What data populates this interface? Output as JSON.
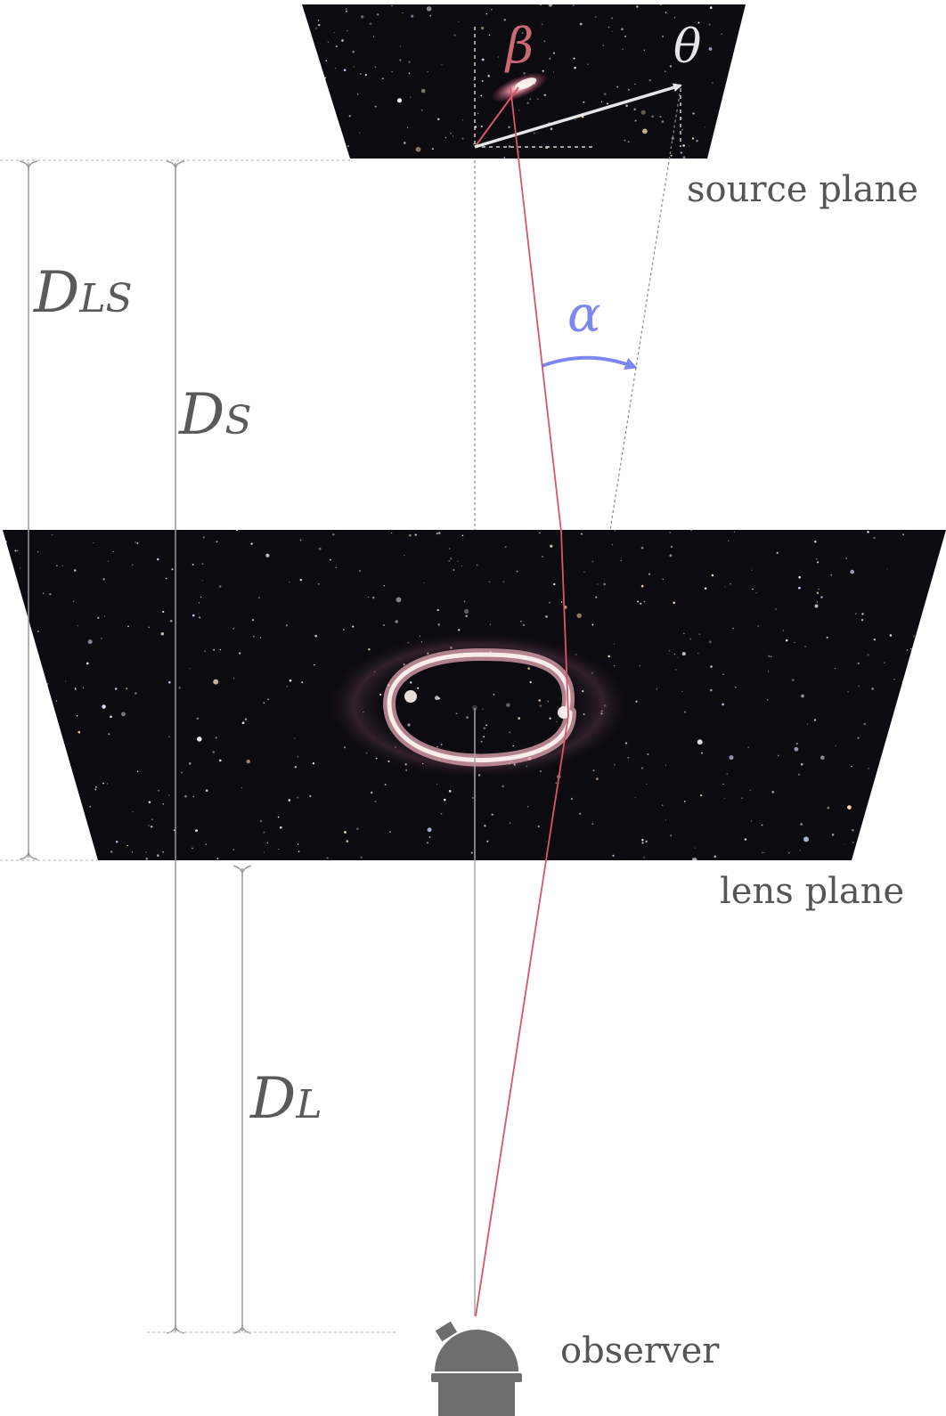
{
  "labels": {
    "source_plane": "source plane",
    "lens_plane": "lens plane",
    "observer": "observer"
  },
  "symbols": {
    "beta": "β",
    "theta": "θ",
    "alpha": "α",
    "D_LS_main": "D",
    "D_LS_sub": "LS",
    "D_S_main": "D",
    "D_S_sub": "S",
    "D_L_main": "D",
    "D_L_sub": "L"
  },
  "colors": {
    "beta": "#c96a73",
    "light_ray": "#d9556a",
    "theta": "#e6e6e6",
    "alpha": "#7d87f0",
    "distance_label": "#5a5a5a",
    "bracket": "#9a9a9a",
    "plane_fill": "#0b0b10",
    "observatory": "#6e6e6e"
  },
  "icons": {
    "observer": "observatory-dome-icon"
  }
}
